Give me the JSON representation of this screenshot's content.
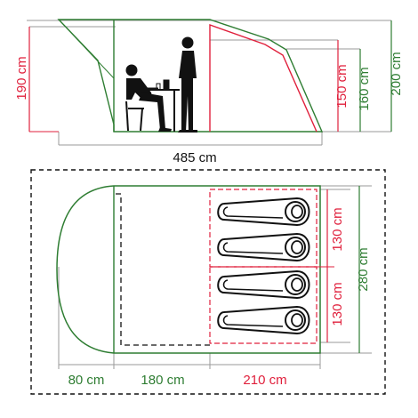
{
  "colors": {
    "green": "#2e7d32",
    "red": "#e0203c",
    "gray": "#9a9a9a",
    "black": "#111111"
  },
  "icons": {
    "seated": "seated-person-icon",
    "standing": "standing-person-icon",
    "sleeping_bag": "sleeping-bag-icon"
  },
  "side_view": {
    "height_left": "190 cm",
    "height_bedroom": "150 cm",
    "height_mid": "160 cm",
    "height_total": "200 cm",
    "length_total": "485 cm"
  },
  "floor_plan": {
    "width_total": "280 cm",
    "bedroom_top_width": "130 cm",
    "bedroom_bottom_width": "130 cm",
    "length_porch": "80 cm",
    "length_living": "180 cm",
    "length_bedroom": "210 cm"
  }
}
